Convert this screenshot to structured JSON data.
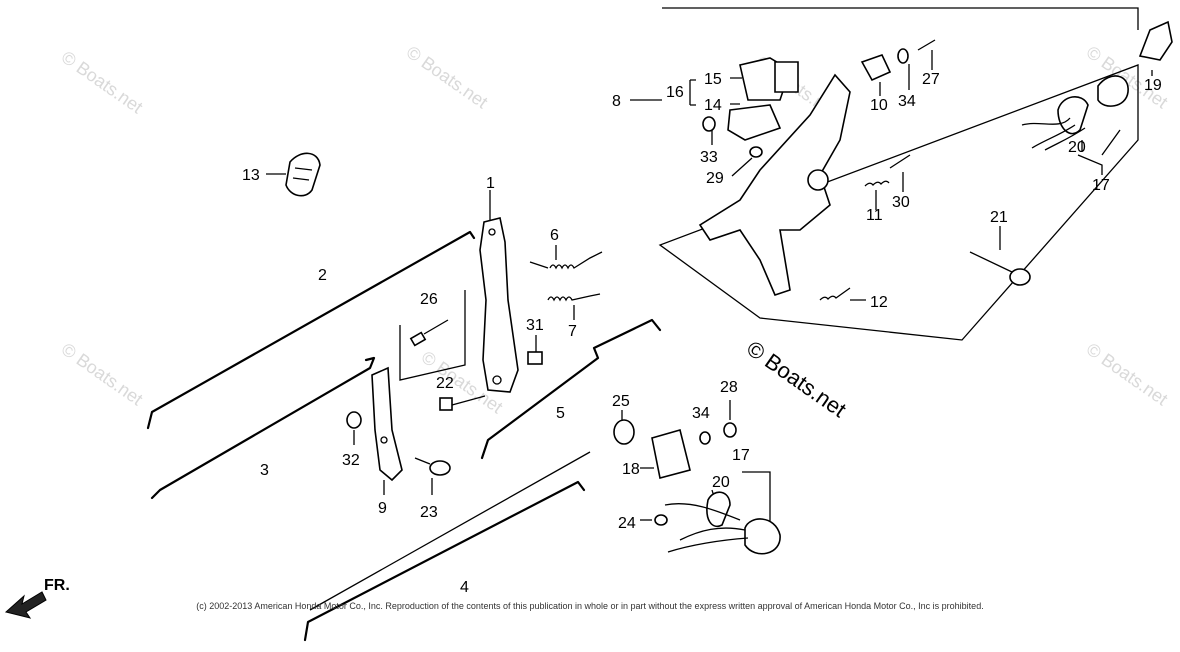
{
  "watermarks": {
    "faint": "© Boats.net",
    "bold": "© Boats.net"
  },
  "copyright": "(c) 2002-2013 American Honda Motor Co., Inc. Reproduction of the contents of this publication in whole or in part without the express written approval of American Honda Motor Co., Inc is prohibited.",
  "direction_label": "FR.",
  "callouts": {
    "p1": "1",
    "p2": "2",
    "p3": "3",
    "p4": "4",
    "p5": "5",
    "p6": "6",
    "p7": "7",
    "p8": "8",
    "p9": "9",
    "p10": "10",
    "p11": "11",
    "p12": "12",
    "p13": "13",
    "p14": "14",
    "p15": "15",
    "p16": "16",
    "p17a": "17",
    "p17b": "17",
    "p18": "18",
    "p19": "19",
    "p20a": "20",
    "p20b": "20",
    "p21": "21",
    "p22": "22",
    "p23": "23",
    "p24": "24",
    "p25": "25",
    "p26": "26",
    "p27": "27",
    "p28": "28",
    "p29": "29",
    "p30": "30",
    "p31": "31",
    "p32": "32",
    "p33": "33",
    "p34a": "34",
    "p34b": "34"
  }
}
